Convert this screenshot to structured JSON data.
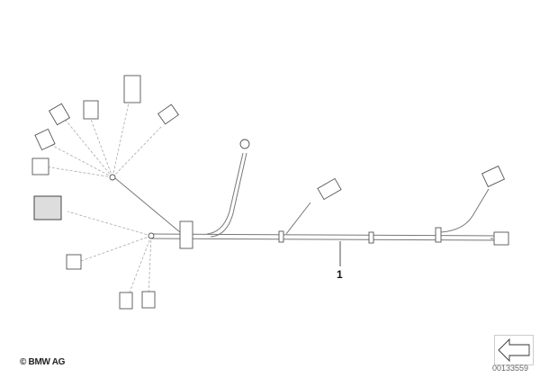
{
  "diagram": {
    "title": "",
    "part_labels": [
      "1"
    ],
    "copyright": "© BMW AG",
    "diagram_number": "00133559",
    "nav_icon": "arrow-left-icon"
  }
}
